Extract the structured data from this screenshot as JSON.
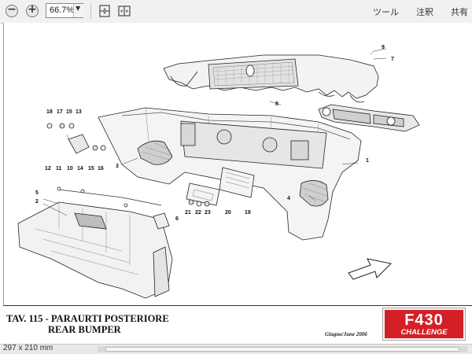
{
  "toolbar": {
    "zoom_out_icon": "minus-circle-icon",
    "zoom_in_icon": "plus-circle-icon",
    "zoom_value": "66.7%",
    "dropdown_icon": "chevron-down-icon",
    "fit_page_icon": "fit-page-icon",
    "fit_width_icon": "fit-width-icon",
    "tools_label": "ツール",
    "comment_label": "注釈",
    "share_label": "共有"
  },
  "document": {
    "title_it": "TAV. 115 - PARAURTI POSTERIORE",
    "title_en": "REAR BUMPER",
    "date": "Giugno/June 2006",
    "logo_model": "F430",
    "logo_sub": "CHALLENGE",
    "logo_color": "#d32027",
    "callouts": [
      "9",
      "7",
      "8",
      "18",
      "17",
      "15",
      "13",
      "12",
      "11",
      "10",
      "14",
      "15",
      "16",
      "3",
      "1",
      "5",
      "2",
      "4",
      "21",
      "22",
      "23",
      "20",
      "19",
      "6"
    ]
  },
  "status": {
    "page_size": "297 x 210 mm"
  }
}
